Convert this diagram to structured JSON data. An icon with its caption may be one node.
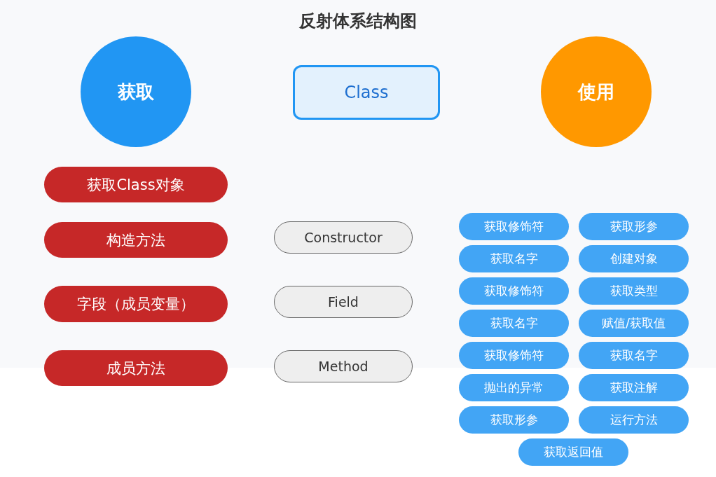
{
  "diagram": {
    "title": "反射体系结构图",
    "nodes": [
      {
        "text": [
          "获取"
        ]
      },
      {
        "text": [
          "Class"
        ]
      },
      {
        "text": [
          "使用"
        ]
      },
      {
        "text": [
          "获取Class对象"
        ]
      },
      {
        "text": [
          "构造方法"
        ]
      },
      {
        "text": [
          "字段（成员变量）"
        ]
      },
      {
        "text": [
          "成员方法"
        ]
      },
      {
        "text": [
          "Constructor"
        ]
      },
      {
        "text": [
          "Field"
        ]
      },
      {
        "text": [
          "Method"
        ]
      },
      {
        "text": [
          "获取修饰符"
        ]
      },
      {
        "text": [
          "获取形参"
        ]
      },
      {
        "text": [
          "获取名字"
        ]
      },
      {
        "text": [
          "创建对象"
        ]
      },
      {
        "text": [
          "获取修饰符"
        ]
      },
      {
        "text": [
          "获取类型"
        ]
      },
      {
        "text": [
          "获取名字"
        ]
      },
      {
        "text": [
          "赋值/获取值"
        ]
      },
      {
        "text": [
          "获取修饰符"
        ]
      },
      {
        "text": [
          "获取名字"
        ]
      },
      {
        "text": [
          "抛出的异常"
        ]
      },
      {
        "text": [
          "获取注解"
        ]
      },
      {
        "text": [
          "获取形参"
        ]
      },
      {
        "text": [
          "运行方法"
        ]
      },
      {
        "text": [
          "获取返回值"
        ]
      }
    ]
  }
}
